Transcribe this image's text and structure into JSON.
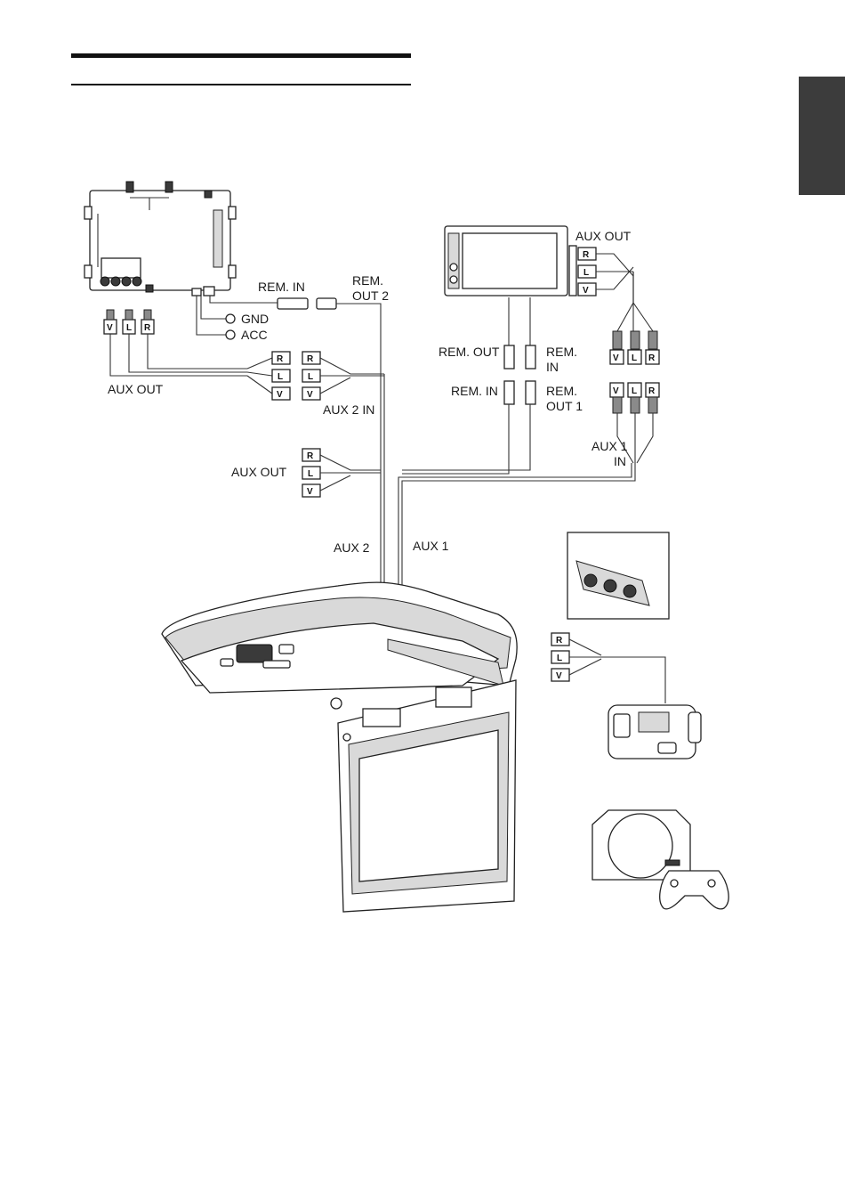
{
  "labels": {
    "rem_in_top": "REM. IN",
    "rem_out2_line1": "REM.",
    "rem_out2_line2": "OUT 2",
    "gnd": "GND",
    "acc": "ACC",
    "aux_out_left": "AUX OUT",
    "aux2_in": "AUX 2 IN",
    "aux_out_mid": "AUX OUT",
    "aux2": "AUX 2",
    "aux1": "AUX 1",
    "aux_out_right": "AUX OUT",
    "rem_out_right": "REM. OUT",
    "rem_in_right_line1": "REM.",
    "rem_in_right_line2": "IN",
    "rem_in_right2": "REM. IN",
    "rem_out1_line1": "REM.",
    "rem_out1_line2": "OUT 1",
    "aux1_in_line1": "AUX 1",
    "aux1_in_line2": "IN"
  },
  "plug_letters": {
    "video": "V",
    "left": "L",
    "right": "R"
  },
  "colors": {
    "ink": "#1a1a1a",
    "tab": "#3c3c3c",
    "panel": "#ffffff"
  }
}
